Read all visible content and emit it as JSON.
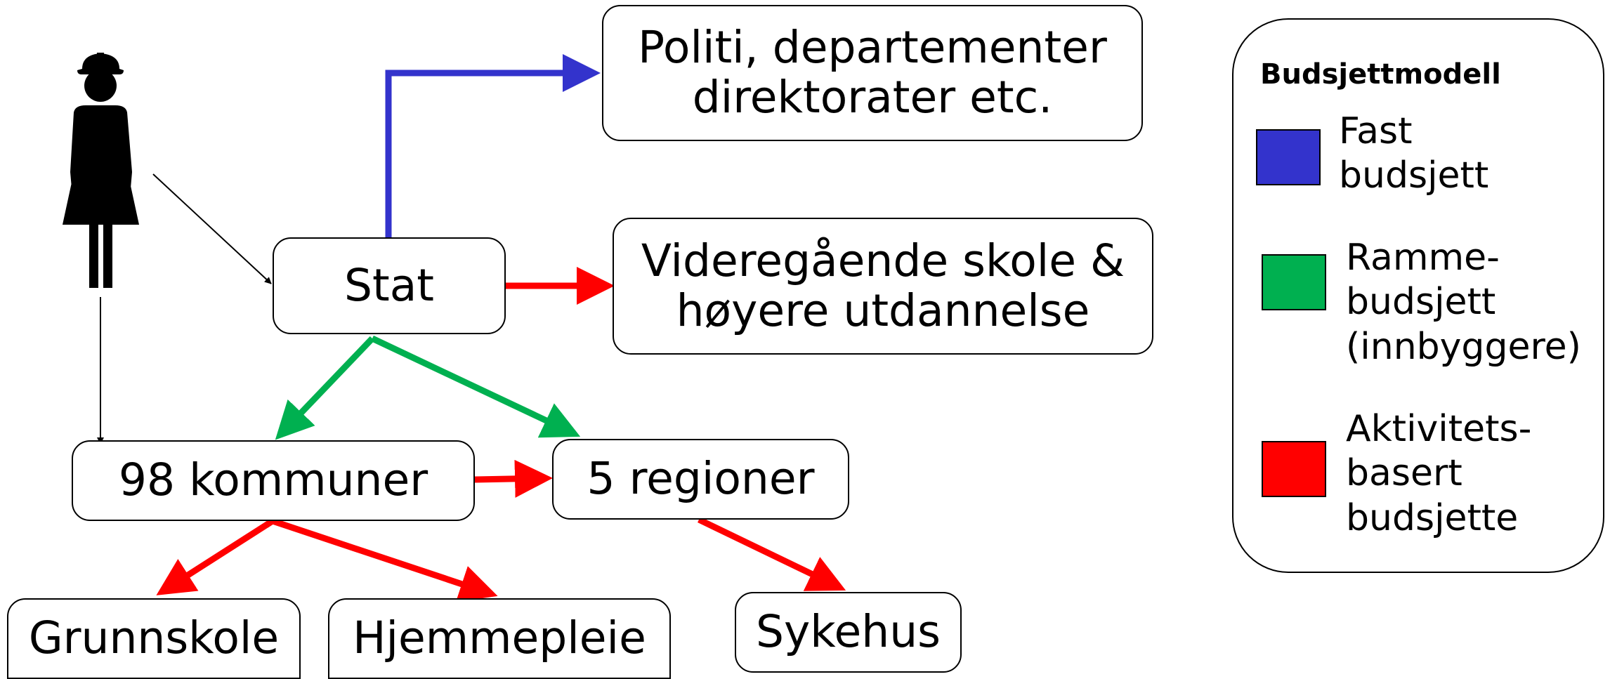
{
  "nodes": {
    "stat": "Stat",
    "politi": "Politi, departementer\ndirektorater etc.",
    "videregaende": "Videregående skole &\nhøyere utdannelse",
    "kommuner": "98 kommuner",
    "regioner": "5 regioner",
    "grunnskole": "Grunnskole",
    "hjemmepleie": "Hjemmepleie",
    "sykehus": "Sykehus"
  },
  "legend": {
    "title": "Budsjettmodell",
    "items": [
      {
        "label": "Fast\nbudsjett",
        "color": "#3333cc"
      },
      {
        "label": "Ramme-\nbudsjett\n(innbyggere)",
        "color": "#00b050"
      },
      {
        "label": "Aktivitets-\nbasert\nbudsjette",
        "color": "#ff0000"
      }
    ]
  },
  "colors": {
    "fast": "#3333cc",
    "ramme": "#00b050",
    "aktivitet": "#ff0000",
    "line": "#000000"
  }
}
